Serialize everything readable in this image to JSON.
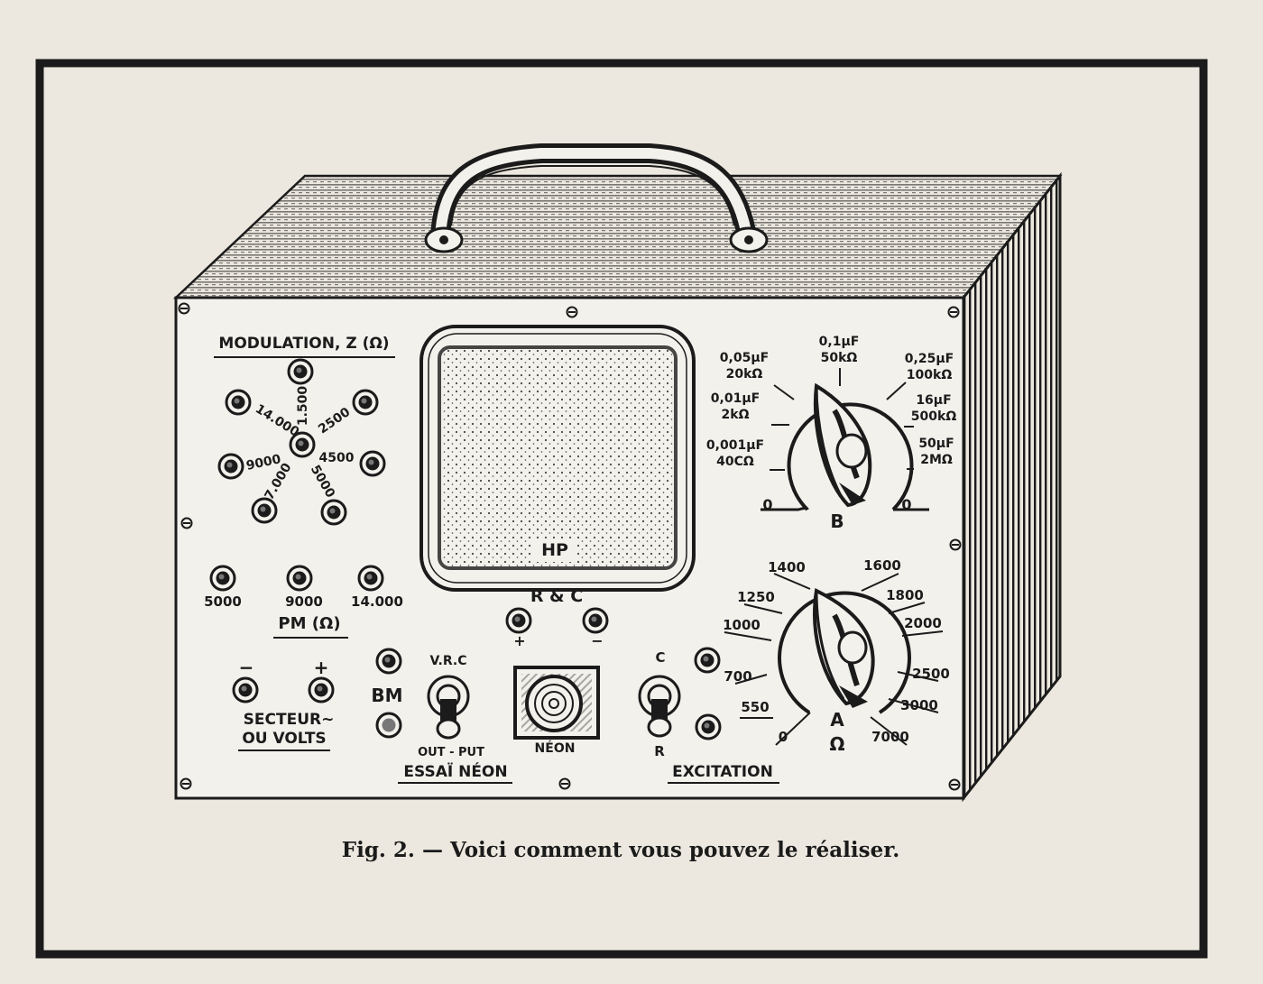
{
  "caption": "Fig. 2. — Voici comment vous pouvez le réaliser.",
  "modulation": {
    "title": "MODULATION, Z (Ω)",
    "values": [
      "1.500",
      "2500",
      "4500",
      "5000",
      "7.000",
      "9000",
      "14.000"
    ]
  },
  "pm": {
    "title": "PM (Ω)",
    "values": [
      "5000",
      "9000",
      "14.000"
    ]
  },
  "secteur": {
    "minus": "−",
    "plus": "+",
    "line1": "SECTEUR∼",
    "line2": "OU VOLTS"
  },
  "bm_label": "BM",
  "speaker_label": "HP",
  "rc": {
    "label": "R & C",
    "plus": "+",
    "minus": "−"
  },
  "essai_neon": {
    "switch_top": "V.R.C",
    "switch_bottom": "OUT - PUT",
    "neon_label": "NÉON",
    "title": "ESSAÏ NÉON"
  },
  "excitation": {
    "switch_top": "C",
    "switch_bottom": "R",
    "title": "EXCITATION"
  },
  "dial_b": {
    "letter": "B",
    "labels": [
      "0",
      "0,001μF 40CΩ",
      "0,01μF 2kΩ",
      "0,05μF 20kΩ",
      "0,1μF 50kΩ",
      "0,25μF 100kΩ",
      "16μF 500kΩ",
      "50μF 2MΩ",
      "0"
    ]
  },
  "dial_a": {
    "letter": "A",
    "unit": "Ω",
    "labels": [
      "0",
      "550",
      "700",
      "1000",
      "1250",
      "1400",
      "1600",
      "1800",
      "2000",
      "2500",
      "3000",
      "7000"
    ]
  },
  "colors": {
    "paper": "#ece8df",
    "ink": "#1b1b1b",
    "panel": "#f3f1ec"
  }
}
